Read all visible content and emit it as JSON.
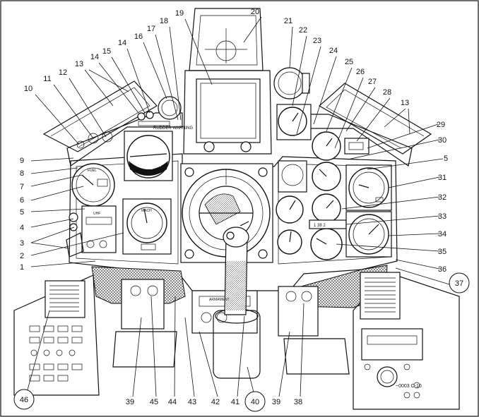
{
  "drawing_id": "~0003 C-10",
  "circled_labels": [
    "37",
    "40",
    "46"
  ],
  "instrument_texts": {
    "warning_lamp": "RUDDER WARNING",
    "fuel_gauge": "FUEL",
    "digit_readout": "1  38 2",
    "radio_panel": "UHF",
    "mach_dial": "MACH",
    "stick_panel": "ARMAMENT"
  },
  "callouts": [
    {
      "id": "c1",
      "number": "1"
    },
    {
      "id": "c2",
      "number": "2"
    },
    {
      "id": "c3",
      "number": "3"
    },
    {
      "id": "c4",
      "number": "4"
    },
    {
      "id": "c5a",
      "number": "5"
    },
    {
      "id": "c6",
      "number": "6"
    },
    {
      "id": "c7",
      "number": "7"
    },
    {
      "id": "c8",
      "number": "8"
    },
    {
      "id": "c9",
      "number": "9"
    },
    {
      "id": "c10",
      "number": "10"
    },
    {
      "id": "c11",
      "number": "11"
    },
    {
      "id": "c12",
      "number": "12"
    },
    {
      "id": "c13a",
      "number": "13"
    },
    {
      "id": "c14a",
      "number": "14"
    },
    {
      "id": "c15",
      "number": "15"
    },
    {
      "id": "c14b",
      "number": "14"
    },
    {
      "id": "c16",
      "number": "16"
    },
    {
      "id": "c17",
      "number": "17"
    },
    {
      "id": "c18",
      "number": "18"
    },
    {
      "id": "c19",
      "number": "19"
    },
    {
      "id": "c20",
      "number": "20"
    },
    {
      "id": "c21",
      "number": "21"
    },
    {
      "id": "c22",
      "number": "22"
    },
    {
      "id": "c23",
      "number": "23"
    },
    {
      "id": "c24",
      "number": "24"
    },
    {
      "id": "c25",
      "number": "25"
    },
    {
      "id": "c26",
      "number": "26"
    },
    {
      "id": "c27",
      "number": "27"
    },
    {
      "id": "c28",
      "number": "28"
    },
    {
      "id": "c13b",
      "number": "13"
    },
    {
      "id": "c29",
      "number": "29"
    },
    {
      "id": "c30",
      "number": "30"
    },
    {
      "id": "c5b",
      "number": "5"
    },
    {
      "id": "c31",
      "number": "31"
    },
    {
      "id": "c32",
      "number": "32"
    },
    {
      "id": "c33",
      "number": "33"
    },
    {
      "id": "c34",
      "number": "34"
    },
    {
      "id": "c35",
      "number": "35"
    },
    {
      "id": "c36",
      "number": "36"
    },
    {
      "id": "c37",
      "number": "37"
    },
    {
      "id": "c38",
      "number": "38"
    },
    {
      "id": "c39b",
      "number": "39"
    },
    {
      "id": "c40",
      "number": "40"
    },
    {
      "id": "c41",
      "number": "41"
    },
    {
      "id": "c42",
      "number": "42"
    },
    {
      "id": "c43",
      "number": "43"
    },
    {
      "id": "c44",
      "number": "44"
    },
    {
      "id": "c45",
      "number": "45"
    },
    {
      "id": "c39a",
      "number": "39"
    },
    {
      "id": "c46",
      "number": "46"
    }
  ]
}
